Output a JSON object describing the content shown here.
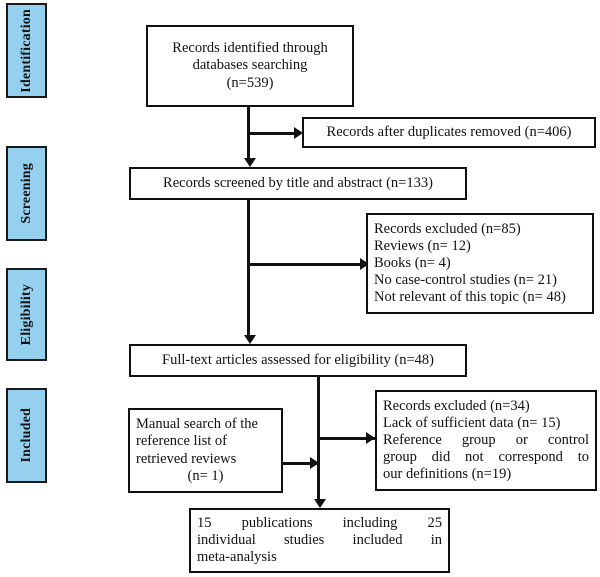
{
  "diagram": {
    "title": "PRISMA study selection flow diagram",
    "accent_color": "#95d1ee",
    "line_color": "#111111",
    "box_fill": "#ffffff"
  },
  "stages": [
    {
      "id": "identification",
      "label": "Identification"
    },
    {
      "id": "screening",
      "label": "Screening"
    },
    {
      "id": "eligibility",
      "label": "Eligibility"
    },
    {
      "id": "included",
      "label": "Included"
    }
  ],
  "nodes": {
    "records_identified": {
      "line1": "Records identified through",
      "line2": "databases searching",
      "line3": "(n=539)"
    },
    "duplicates_removed": {
      "line1": "Records after duplicates removed (n=406)"
    },
    "records_screened": {
      "line1": "Records screened by title and  abstract (n=133)"
    },
    "records_excluded_screening": {
      "line1": "Records excluded (n=85)",
      "line2": "Reviews (n= 12)",
      "line3": "Books (n= 4)",
      "line4": "No case-control studies (n= 21)",
      "line5": "Not relevant of this topic (n= 48)"
    },
    "fulltext_assessed": {
      "line1": "Full-text articles assessed for eligibility (n=48)"
    },
    "manual_search": {
      "line1": "Manual search of the",
      "line2": "reference list of",
      "line3": "retrieved reviews",
      "line4": "(n= 1)"
    },
    "records_excluded_eligibility": {
      "line1": "Records excluded (n=34)",
      "line2": "Lack of sufficient data (n= 15)",
      "line3": "Reference group or control",
      "line4": "group did not correspond to",
      "line5": "our definitions (n=19)"
    },
    "final_included": {
      "line1": "15 publications including 25",
      "line2": "individual studies included in",
      "line3": "meta-analysis"
    }
  }
}
